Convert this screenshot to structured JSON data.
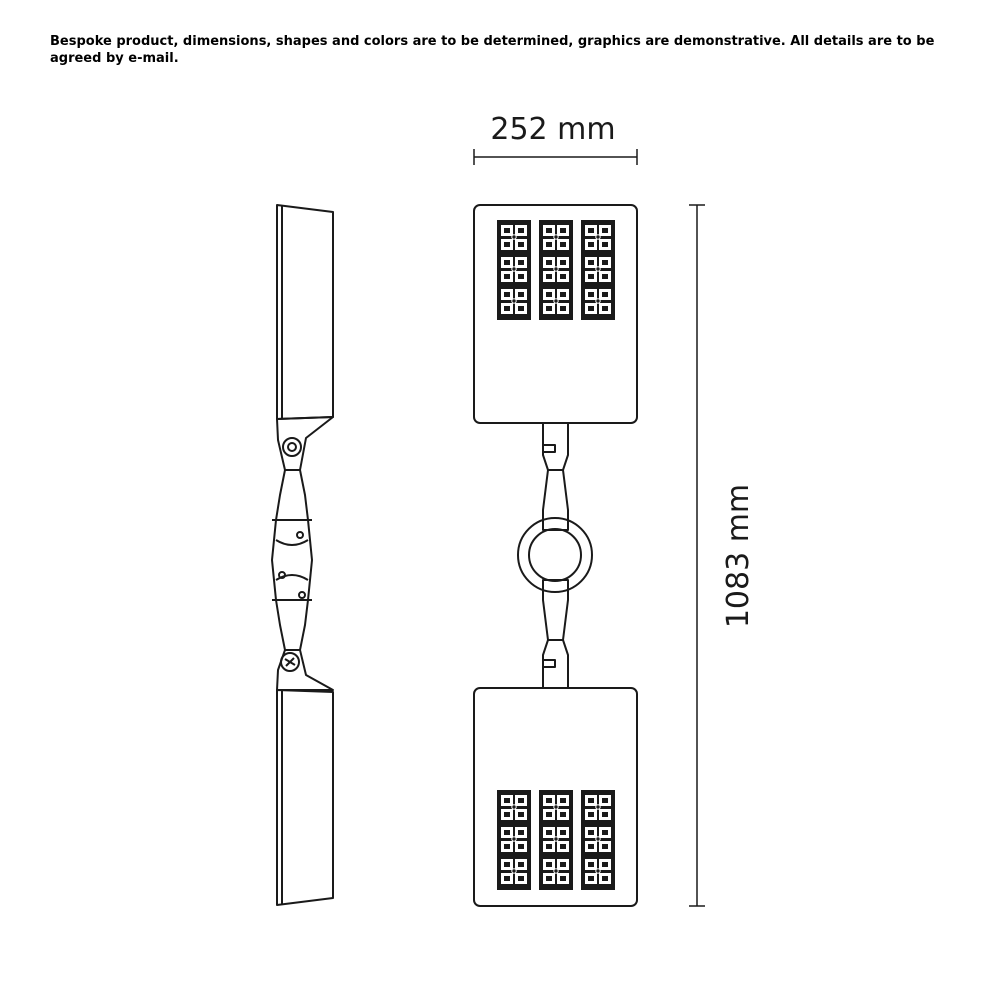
{
  "disclaimer": "Bespoke product, dimensions, shapes and colors are to be determined, graphics are demonstrative. All details are to be agreed by e-mail.",
  "dimensions": {
    "width_label": "252 mm",
    "height_label": "1083 mm"
  },
  "led_modules": {
    "columns": 3,
    "rows_per_module": 3,
    "per_head": 3
  },
  "colors": {
    "line": "#1a1a1a",
    "background": "#ffffff"
  }
}
